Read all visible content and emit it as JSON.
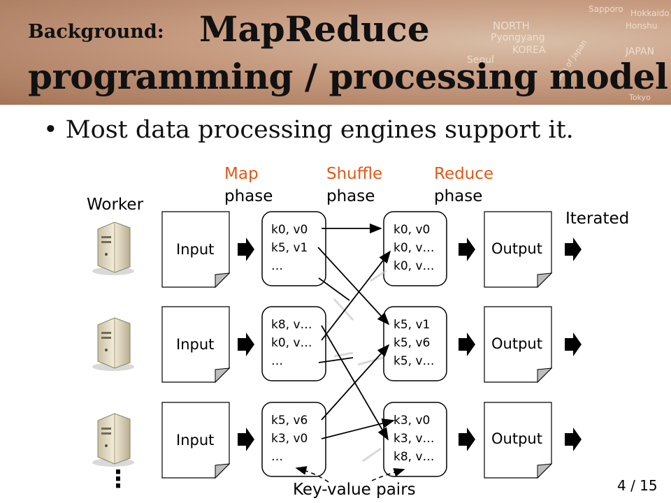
{
  "slide": {
    "title_prefix": "Background:",
    "title_main": "MapReduce",
    "title_line2": "programming / processing model",
    "bullet": "Most data processing engines support it.",
    "page": "4 / 15"
  },
  "banner_map_labels": [
    "NORTH",
    "Pyongyang",
    "KOREA",
    "Seoul",
    "JAPAN",
    "Sapporo",
    "Hokkaido",
    "Honshu",
    "Tokyo",
    "Sea of Japan"
  ],
  "phases": {
    "map": {
      "name": "Map",
      "word": "phase"
    },
    "shuffle": {
      "name": "Shuffle",
      "word": "phase"
    },
    "reduce": {
      "name": "Reduce",
      "word": "phase"
    }
  },
  "labels": {
    "worker": "Worker",
    "iterated": "Iterated",
    "key_value": "Key-value pairs",
    "ellipsis": "⋮"
  },
  "colors": {
    "phase_accent": "#e25818",
    "box_stroke": "#000000"
  },
  "rows": [
    {
      "input": "Input",
      "map": [
        "k0, v0",
        "k5, v1",
        "…"
      ],
      "reduce": [
        "k0, v0",
        "k0, v…",
        "k0, v…"
      ],
      "output": "Output"
    },
    {
      "input": "Input",
      "map": [
        "k8, v…",
        "k0, v…",
        "…"
      ],
      "reduce": [
        "k5, v1",
        "k5, v6",
        "k5, v…"
      ],
      "output": "Output"
    },
    {
      "input": "Input",
      "map": [
        "k5, v6",
        "k3, v0",
        "…"
      ],
      "reduce": [
        "k3, v0",
        "k3, v…",
        "k8, v…"
      ],
      "output": "Output"
    }
  ],
  "icons": [
    "server-icon",
    "arrow-right-icon"
  ]
}
